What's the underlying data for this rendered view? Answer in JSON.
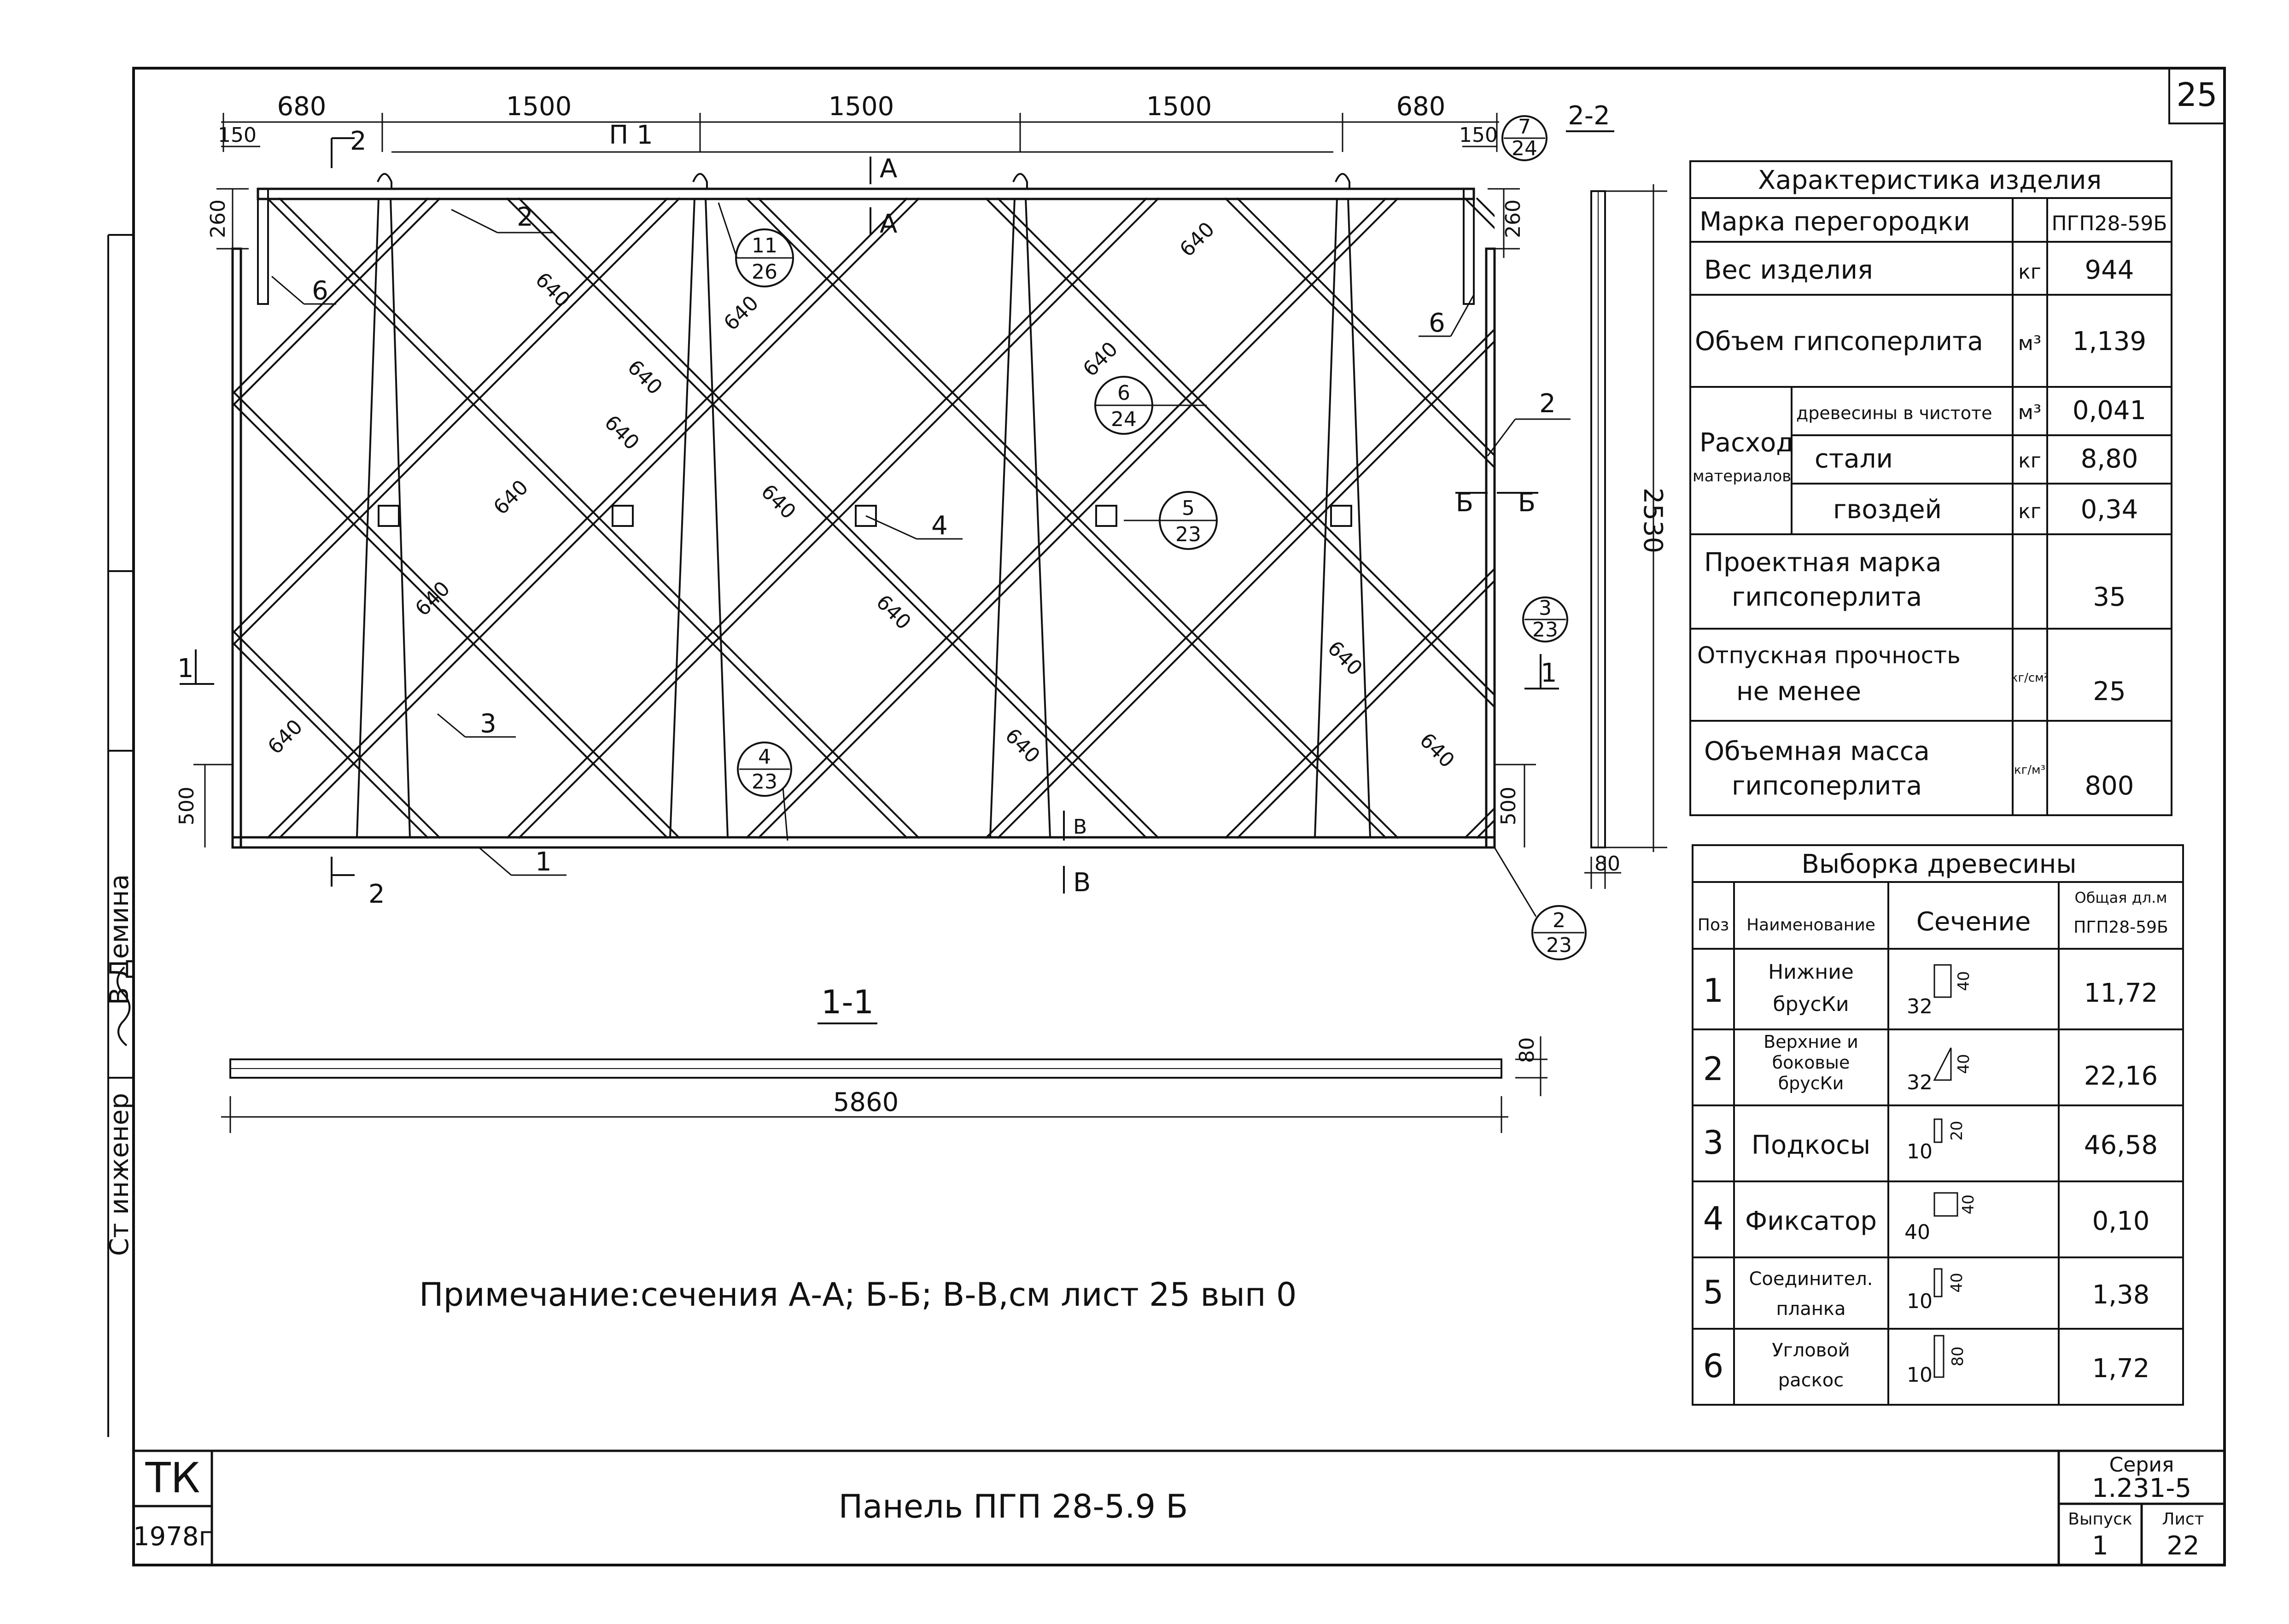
{
  "sheet": {
    "number": "25"
  },
  "drawing": {
    "top_dims": [
      "680",
      "1500",
      "1500",
      "1500",
      "680"
    ],
    "edge_dims": {
      "left": "150",
      "right": "150"
    },
    "beam_label": "П 1",
    "height_dims": {
      "top_left": "260",
      "top_right": "260",
      "bottom_left": "500",
      "bottom_right": "500"
    },
    "diag_dim": "640",
    "section_marks": {
      "s2_2": "2-2",
      "s1_1": "1-1",
      "a_top": "А",
      "a_mid": "А",
      "b_left": "Б",
      "b_right": "Б",
      "v_mid": "В",
      "v_bot": "В",
      "cut1": "1",
      "cut2": "2"
    },
    "callouts": [
      {
        "num": "7",
        "sheet": "24"
      },
      {
        "num": "11",
        "sheet": "26"
      },
      {
        "num": "6",
        "sheet": "24"
      },
      {
        "num": "5",
        "sheet": "23"
      },
      {
        "num": "3",
        "sheet": "23"
      },
      {
        "num": "4",
        "sheet": "23"
      },
      {
        "num": "2",
        "sheet": "23"
      }
    ],
    "pos_labels": {
      "p1": "1",
      "p2": "2",
      "p3": "3",
      "p4": "4",
      "p6": "6"
    },
    "side_dims": {
      "height": "2530",
      "thickness": "80"
    },
    "section_dims": {
      "length": "5860",
      "thickness": "80"
    }
  },
  "note": "Примечание:сечения А-А; Б-Б; В-В,см лист 25 вып 0",
  "characteristics": {
    "title": "Характеристика изделия",
    "rows": {
      "mark_label": "Марка перегородки",
      "mark_value": "ПГП28-59Б",
      "weight_label": "Вес изделия",
      "weight_unit": "кг",
      "weight_value": "944",
      "volume_label": "Объем гипсоперлита",
      "volume_unit": "м³",
      "volume_value": "1,139",
      "consumption_label": "Расход",
      "materials_label": "материалов",
      "wood_label": "древесины в чистоте",
      "wood_unit": "м³",
      "wood_value": "0,041",
      "steel_label": "стали",
      "steel_unit": "кг",
      "steel_value": "8,80",
      "nails_label": "гвоздей",
      "nails_unit": "кг",
      "nails_value": "0,34",
      "grade_label_1": "Проектная марка",
      "grade_label_2": "гипсоперлита",
      "grade_value": "35",
      "strength_label_1": "Отпускная прочность",
      "strength_label_2": "не менее",
      "strength_unit": "кг/см²",
      "strength_value": "25",
      "density_label_1": "Объемная масса",
      "density_label_2": "гипсоперлита",
      "density_unit": "кг/м³",
      "density_value": "800"
    }
  },
  "wood": {
    "title": "Выборка древесины",
    "headers": {
      "pos": "Поз",
      "name": "Наименование",
      "section": "Сечение",
      "total_1": "Общая дл.м",
      "total_2": "ПГП28-59Б"
    },
    "rows": [
      {
        "pos": "1",
        "name_1": "Нижние",
        "name_2": "брусКи",
        "w": "32",
        "h": "40",
        "total": "11,72"
      },
      {
        "pos": "2",
        "name_1": "Верхние и",
        "name_2": "боковые",
        "name_3": "брусКи",
        "w": "32",
        "h": "40",
        "total": "22,16"
      },
      {
        "pos": "3",
        "name_1": "Подкосы",
        "w": "10",
        "h": "20",
        "total": "46,58"
      },
      {
        "pos": "4",
        "name_1": "Фиксатор",
        "w": "40",
        "h": "40",
        "total": "0,10"
      },
      {
        "pos": "5",
        "name_1": "Соединител.",
        "name_2": "планка",
        "w": "10",
        "h": "40",
        "total": "1,38"
      },
      {
        "pos": "6",
        "name_1": "Угловой",
        "name_2": "раскос",
        "w": "10",
        "h": "80",
        "total": "1,72"
      }
    ]
  },
  "title_block": {
    "org": "ТК",
    "year": "1978г",
    "title": "Панель ПГП 28-5.9 Б",
    "series_label": "Серия",
    "series_value": "1.231-5",
    "issue_label": "Выпуск",
    "issue_value": "1",
    "sheet_label": "Лист",
    "sheet_value": "22"
  },
  "side_stamp": {
    "engineer_label": "Ст инженер",
    "engineer_name": "В Демина"
  }
}
